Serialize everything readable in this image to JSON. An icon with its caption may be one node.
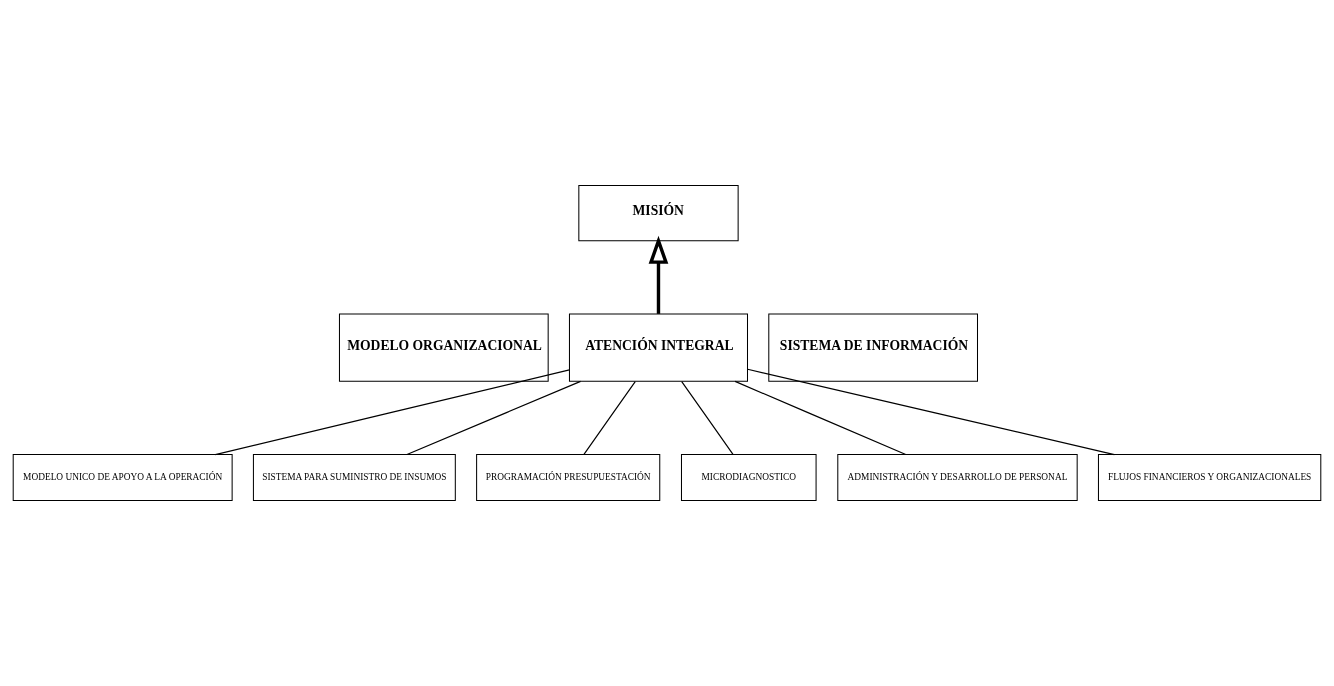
{
  "diagram": {
    "nodes": [
      {
        "text": [
          "MISIÓN"
        ]
      },
      {
        "text": [
          "MODELO ORGANIZACIONAL"
        ]
      },
      {
        "text": [
          "ATENCIÓN INTEGRAL"
        ]
      },
      {
        "text": [
          "SISTEMA DE INFORMACIÓN"
        ]
      },
      {
        "text": [
          "MODELO UNICO DE APOYO A LA OPERACIÓN"
        ]
      },
      {
        "text": [
          "SISTEMA PARA SUMINISTRO DE INSUMOS"
        ]
      },
      {
        "text": [
          "PROGRAMACIÓN PRESUPUESTACIÓN"
        ]
      },
      {
        "text": [
          "MICRODIAGNOSTICO"
        ]
      },
      {
        "text": [
          "ADMINISTRACIÓN Y DESARROLLO DE PERSONAL"
        ]
      },
      {
        "text": [
          "FLUJOS FINANCIEROS Y ORGANIZACIONALES"
        ]
      }
    ],
    "edges": [
      {
        "from": 2,
        "to": 0,
        "arrow": "to",
        "style": "thick"
      },
      {
        "from": 2,
        "to": 4,
        "arrow": "none"
      },
      {
        "from": 2,
        "to": 5,
        "arrow": "none"
      },
      {
        "from": 2,
        "to": 6,
        "arrow": "none"
      },
      {
        "from": 2,
        "to": 7,
        "arrow": "none"
      },
      {
        "from": 2,
        "to": 8,
        "arrow": "none"
      },
      {
        "from": 2,
        "to": 9,
        "arrow": "none"
      }
    ]
  }
}
